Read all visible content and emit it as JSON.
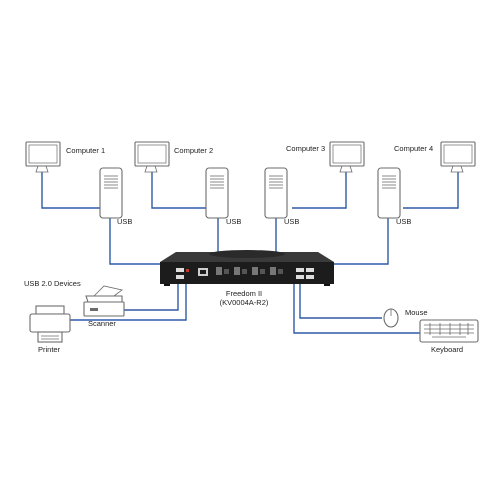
{
  "colors": {
    "cable": "#2f5aa8",
    "outline": "#6b6b6b",
    "device_body": "#1c1c1c",
    "device_top": "#3a3a3a",
    "accent_red": "#c0392b"
  },
  "computers": [
    {
      "label": "Computer 1",
      "cable_label": "USB"
    },
    {
      "label": "Computer 2",
      "cable_label": "USB"
    },
    {
      "label": "Computer 3",
      "cable_label": "USB"
    },
    {
      "label": "Computer 4",
      "cable_label": "USB"
    }
  ],
  "kvm": {
    "name": "Freedom II",
    "model": "(KV0004A-R2)"
  },
  "usb_devices": {
    "group_label": "USB 2.0 Devices",
    "scanner_label": "Scanner",
    "printer_label": "Printer"
  },
  "peripherals": {
    "mouse_label": "Mouse",
    "keyboard_label": "Keyboard"
  },
  "icons": [
    "monitor-icon",
    "tower-pc-icon",
    "kvm-switch-icon",
    "scanner-icon",
    "printer-icon",
    "mouse-icon",
    "keyboard-icon"
  ]
}
